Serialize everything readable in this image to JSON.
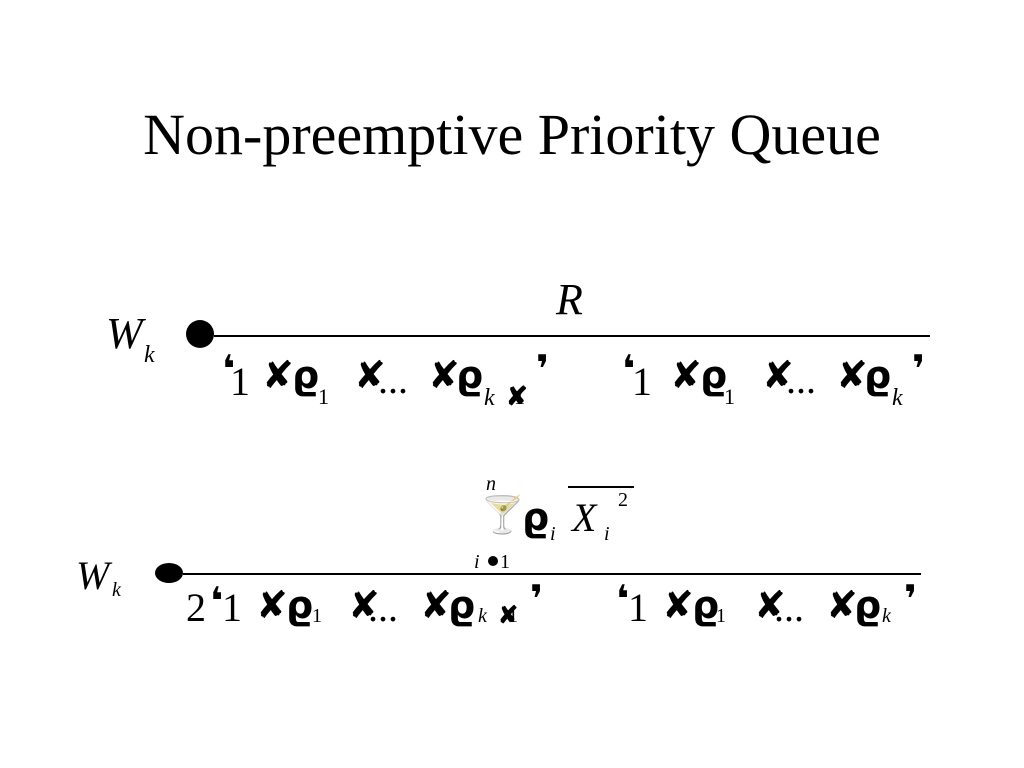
{
  "slide": {
    "title": "Non-preemptive Priority Queue"
  },
  "equation1": {
    "lhs_var": "W",
    "lhs_sub": "k",
    "numerator": "R",
    "den_left_one": "1",
    "den_left_sub1": "1",
    "den_left_dots": "...",
    "den_left_subk": "k",
    "den_left_minus1": "1",
    "den_right_one": "1",
    "den_right_sub1": "1",
    "den_right_dots": "...",
    "den_right_subk": "k"
  },
  "equation2": {
    "lhs_var": "W",
    "lhs_sub": "k",
    "sum_upper": "n",
    "sum_lower": "i",
    "sum_lower_one": "1",
    "num_sub_i": "i",
    "num_var_x": "X",
    "num_x_sub": "i",
    "num_x_sup": "2",
    "den_two": "2",
    "den_left_one": "1",
    "den_left_sub1": "1",
    "den_left_dots": "...",
    "den_left_subk": "k",
    "den_left_minus1": "1",
    "den_right_one": "1",
    "den_right_sub1": "1",
    "den_right_dots": "...",
    "den_right_subk": "k"
  }
}
